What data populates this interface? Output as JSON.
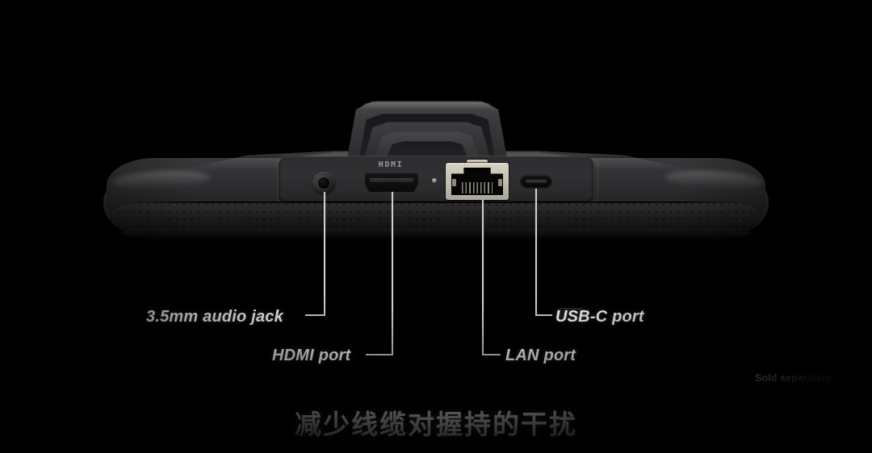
{
  "scene": {
    "background_color": "#000000",
    "subject": "handheld-device-bottom-edge-ports"
  },
  "device": {
    "port_plate": {
      "hdmi_print": "HDMI"
    },
    "ports": [
      {
        "id": "audio-jack",
        "name": "3.5mm audio jack",
        "shape": "round"
      },
      {
        "id": "hdmi-port",
        "name": "HDMI port",
        "shape": "hdmi-trapezoid"
      },
      {
        "id": "indicator",
        "name": "pinhole indicator",
        "shape": "dot"
      },
      {
        "id": "lan-port",
        "name": "LAN port",
        "shape": "rj45",
        "shield_color": "#d6d2c2"
      },
      {
        "id": "usbc-port",
        "name": "USB-C port",
        "shape": "oval"
      }
    ]
  },
  "callouts": [
    {
      "id": "audio-jack",
      "label": "3.5mm audio jack"
    },
    {
      "id": "hdmi-port",
      "label": "HDMI port"
    },
    {
      "id": "lan-port",
      "label": "LAN port"
    },
    {
      "id": "usbc-port",
      "label": "USB-C port"
    }
  ],
  "notes": {
    "sold_separately": "Sold separately."
  },
  "caption": {
    "text": "减少线缆对握持的干扰"
  },
  "colors": {
    "background": "#000000",
    "label_text": "#ffffff",
    "leader_line": "#cfcfcf",
    "device_body": "#2b2b2e",
    "lan_shield": "#d6d2c2"
  }
}
